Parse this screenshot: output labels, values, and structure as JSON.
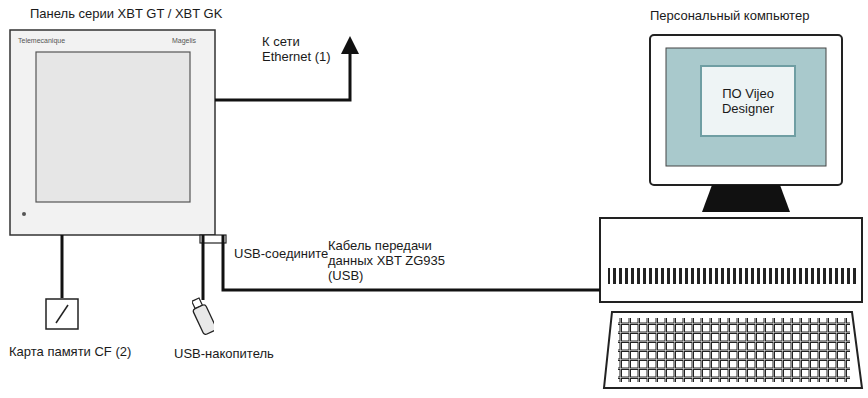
{
  "diagram": {
    "nodes": [
      {
        "text": [
          "Панель серии XBT GT / XBT GK"
        ]
      },
      {
        "text": [
          "Персональный компьютер"
        ]
      },
      {
        "text": [
          "ПО Vijeo Designer"
        ],
        "in": 1
      },
      {
        "text": [
          "Карта памяти CF (2)"
        ]
      },
      {
        "text": [
          "USB-накопитель"
        ]
      }
    ],
    "edges": [
      {
        "from": 0,
        "to": 1,
        "arrow": "none",
        "label": "Кабель передачи данных XBT ZG935 (USB)"
      },
      {
        "from": 0,
        "to": 3,
        "arrow": "none"
      },
      {
        "from": 0,
        "to": 4,
        "arrow": "none"
      }
    ],
    "labels": [
      "К сети Ethernet (1)",
      "USB-соединитель",
      "Telemecanique",
      "Magelis"
    ]
  }
}
